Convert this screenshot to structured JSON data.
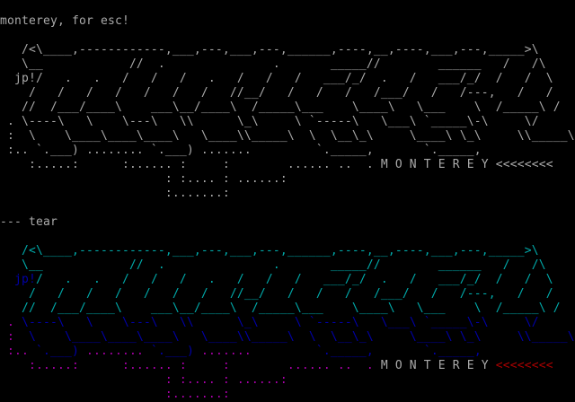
{
  "colors": {
    "gray": "#aaaaaa",
    "cyan": "#00aaaa",
    "blue": "#0000aa",
    "magenta": "#aa00aa",
    "red": "#aa0000"
  },
  "header_line": "monterey, for esc!",
  "tear_line": "--- tear",
  "art_plain": [
    "   /<\\____,------------,___,---,___,---,______,----,__,----,___,---,_____>\\",
    "   \\__            //  .               .       _____//        ______   /   /\\",
    "  jp!/   .   .   /   /   /   .   /   /   /   ___/_/  .   /   ___/_/  /   /  \\",
    "    /   /   /   /   /   /   /   //__/   /   /   /   /___/   /   /---,   /   /",
    "   //  /___/____\\    ___\\__/____\\  /_____\\___    \\____\\   \\___    \\  /_____\\ /",
    " . \\----\\   \\    \\---\\   \\\\      \\_\\     \\ `-----\\   \\___\\ `_____\\-\\     \\/",
    " :  \\    \\____\\____\\____\\   \\____\\\\_____\\  \\  \\__\\_\\     \\____\\ \\_\\     \\\\_____\\",
    " :.. `.___) ........ `.___) .......         `._____,       `._____,",
    "    :.....:      :...... :     :        ...... ..  . M O N T E R E Y <<<<<<<<",
    "                       : :.... : ......:",
    "                       :.......:"
  ],
  "art_colored": [
    [
      [
        "   /<\\____,------------,___,---,___,---,______,----,__,----,___,---,_____>\\",
        "cyan"
      ]
    ],
    [
      [
        "   \\__            //  .               .       _____//        ______   /   /\\",
        "cyan"
      ]
    ],
    [
      [
        "  ",
        "cyan"
      ],
      [
        "jp!",
        "blue"
      ],
      [
        "/   .   .   /   /   /   .   /   /   /   ___/_/  .   /   ___/_/  /   /  \\",
        "cyan"
      ]
    ],
    [
      [
        "    /   /   /   /   /   /   /   //__/   /   /   /   /___/   /   /---,   /   /",
        "cyan"
      ]
    ],
    [
      [
        "   //  /___/____\\    ___\\__/____\\  /_____\\___    \\____\\   \\___    \\  /_____\\ /",
        "cyan"
      ]
    ],
    [
      [
        " .",
        "magenta"
      ],
      [
        " \\----\\   \\    \\---\\   \\\\      \\_\\     \\ `-----\\   \\___\\ `_____\\-\\     \\/",
        "blue"
      ]
    ],
    [
      [
        " :",
        "magenta"
      ],
      [
        "  \\    \\____\\____\\____\\   \\____\\\\_____\\  \\  \\__\\_\\     \\____\\ \\_\\     \\\\_____\\",
        "blue"
      ]
    ],
    [
      [
        " :..",
        "magenta"
      ],
      [
        " `.___)",
        "blue"
      ],
      [
        " ........",
        "magenta"
      ],
      [
        " `.___)",
        "blue"
      ],
      [
        " .......",
        "magenta"
      ],
      [
        "         `._____,       `._____,",
        "blue"
      ]
    ],
    [
      [
        "    :.....:      :...... :     :        ...... ..  .",
        "magenta"
      ],
      [
        " M O N T E R E Y ",
        "gray"
      ],
      [
        "<<<<<<<<",
        "red"
      ]
    ],
    [
      [
        "                       : :.... : ......:",
        "magenta"
      ]
    ],
    [
      [
        "                       :.......:",
        "magenta"
      ]
    ]
  ]
}
